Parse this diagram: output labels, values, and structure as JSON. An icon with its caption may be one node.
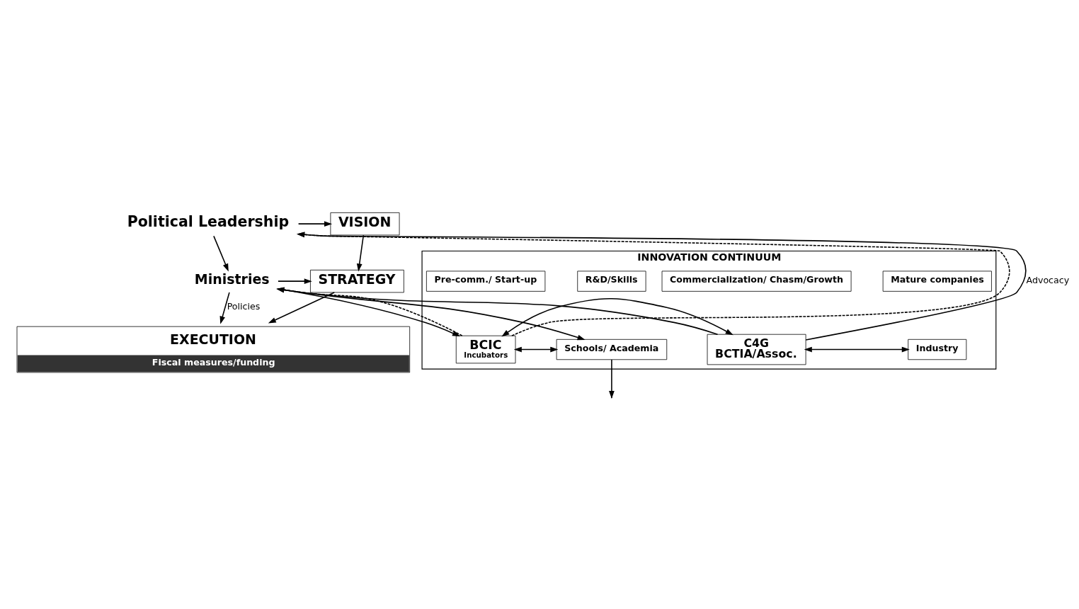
{
  "diagram": {
    "nodes": [
      {
        "text": [
          "Political Leadership"
        ]
      },
      {
        "text": [
          "VISION"
        ]
      },
      {
        "text": [
          "Ministries"
        ]
      },
      {
        "text": [
          "STRATEGY"
        ]
      },
      {
        "text": [
          "EXECUTION",
          "Fiscal measures/funding"
        ]
      },
      {
        "text": [
          "INNOVATION CONTINUUM"
        ]
      },
      {
        "text": [
          "R&D/Skills"
        ],
        "in": 5
      },
      {
        "text": [
          "Pre-comm./ Start-up"
        ],
        "in": 5
      },
      {
        "text": [
          "Commercialization/ Chasm/Growth"
        ],
        "in": 5
      },
      {
        "text": [
          "Mature companies"
        ],
        "in": 5
      },
      {
        "text": [
          "Schools/ Academia"
        ],
        "in": 5
      },
      {
        "text": [
          "BCIC",
          "Incubators"
        ],
        "in": 5
      },
      {
        "text": [
          "C4G",
          "BCTIA/Assoc."
        ],
        "in": 5
      },
      {
        "text": [
          "Industry"
        ],
        "in": 5
      }
    ],
    "edges": [
      {
        "from": 0,
        "to": 1,
        "arrow": "to"
      },
      {
        "from": 0,
        "to": 2,
        "arrow": "to"
      },
      {
        "from": 1,
        "to": 3,
        "arrow": "to"
      },
      {
        "from": 2,
        "to": 3,
        "arrow": "to"
      },
      {
        "from": 3,
        "to": 4,
        "arrow": "to"
      },
      {
        "from": 2,
        "to": 4,
        "arrow": "to",
        "label": "Policies"
      },
      {
        "from": 2,
        "to": 10,
        "arrow": "to"
      },
      {
        "from": 2,
        "to": 11,
        "arrow": "to"
      },
      {
        "from": 10,
        "to": null,
        "arrow": "to"
      },
      {
        "from": 10,
        "to": 11,
        "arrow": "both"
      },
      {
        "from": 11,
        "to": 12,
        "arrow": "both"
      },
      {
        "from": 12,
        "to": 13,
        "arrow": "both"
      },
      {
        "from": 12,
        "to": 0,
        "arrow": "to",
        "label": "Advocacy"
      },
      {
        "from": 12,
        "to": 2,
        "arrow": "to"
      },
      {
        "from": 11,
        "to": 0,
        "arrow": "to",
        "style": "dashed"
      },
      {
        "from": 11,
        "to": 2,
        "arrow": "to",
        "style": "dashed"
      }
    ]
  }
}
